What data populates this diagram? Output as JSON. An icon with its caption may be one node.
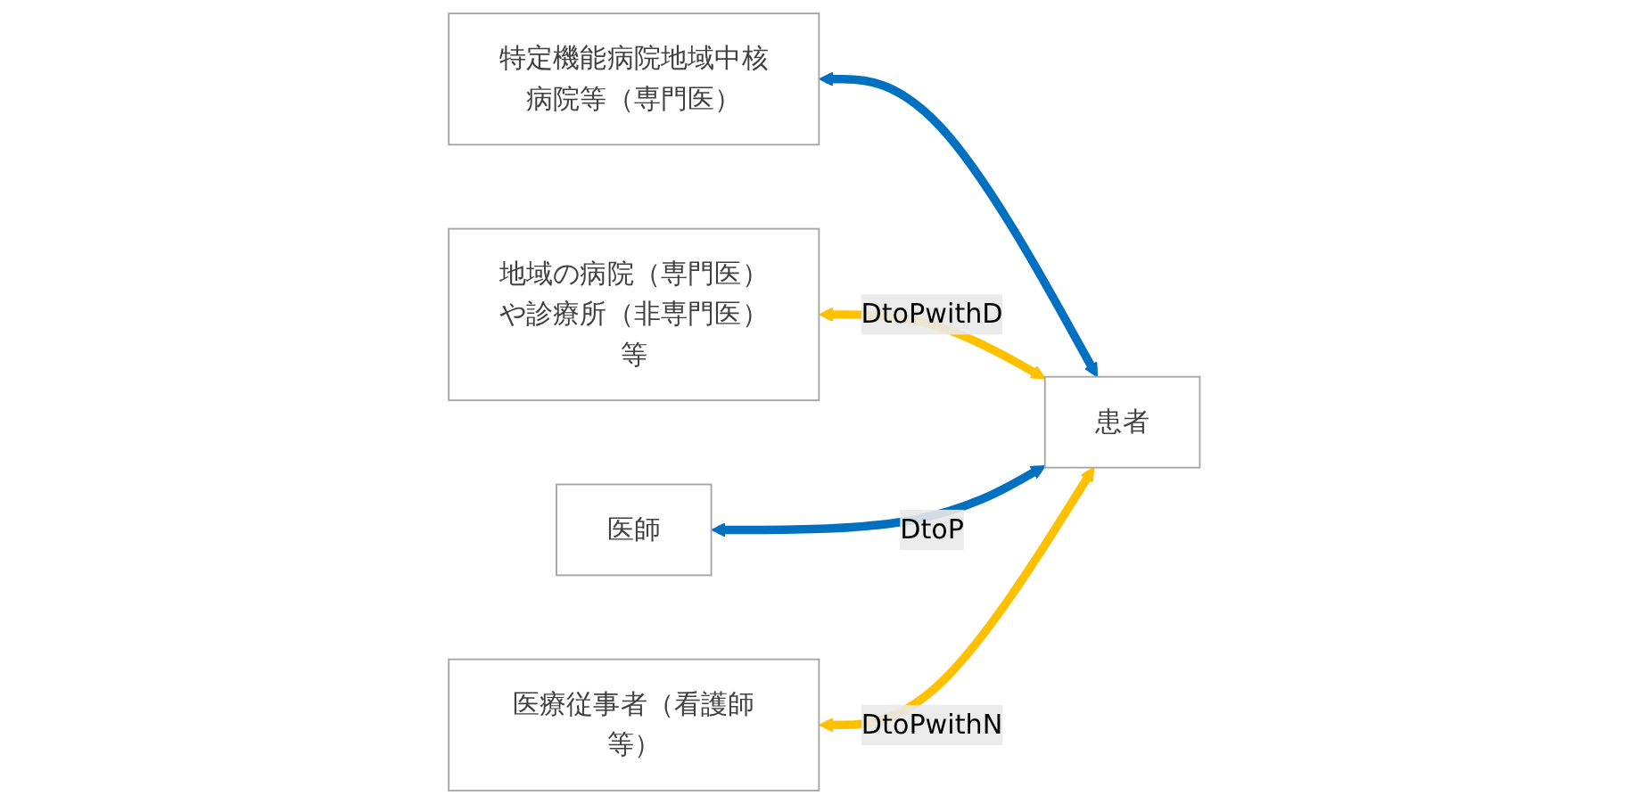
{
  "diagram": {
    "nodes": [
      {
        "text": [
          "特定機能病院地域中核病院等（専門医）"
        ]
      },
      {
        "text": [
          "地域の病院（専門医）や診療所（非専門医）等"
        ]
      },
      {
        "text": [
          "医師"
        ]
      },
      {
        "text": [
          "患者"
        ]
      },
      {
        "text": [
          "医療従事者（看護師等）"
        ]
      }
    ],
    "edges": [
      {
        "from": 0,
        "to": 3,
        "arrow": "both",
        "color": "#0070c0"
      },
      {
        "from": 1,
        "to": 3,
        "arrow": "both",
        "label": "DtoPwithD",
        "color": "#ffc000"
      },
      {
        "from": 2,
        "to": 3,
        "arrow": "both",
        "label": "DtoP",
        "color": "#0070c0"
      },
      {
        "from": 4,
        "to": 3,
        "arrow": "both",
        "label": "DtoPwithN",
        "color": "#ffc000"
      }
    ]
  }
}
